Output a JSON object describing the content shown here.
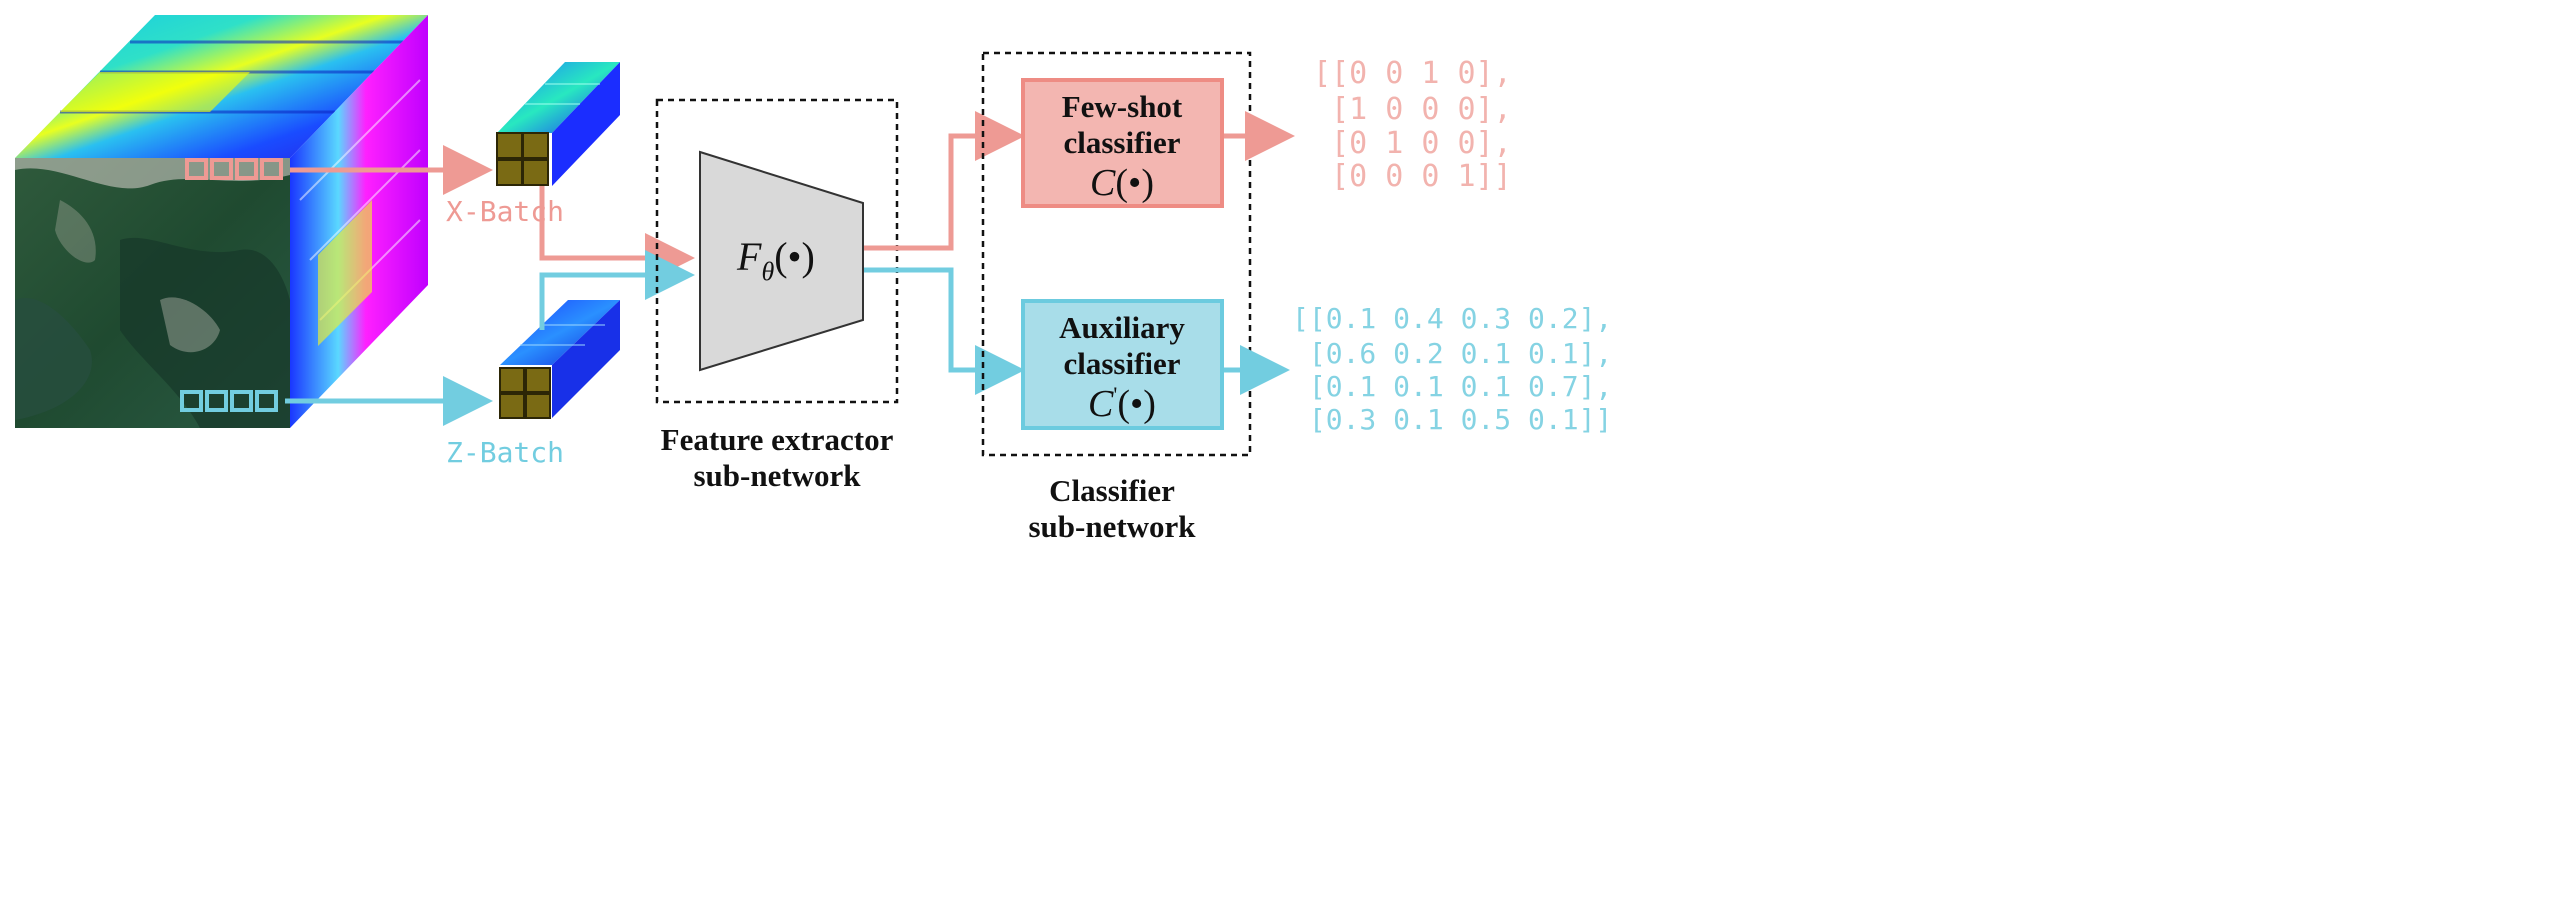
{
  "labels": {
    "x_batch": "X-Batch",
    "z_batch": "Z-Batch",
    "extractor_fn": "F",
    "extractor_sub": "θ",
    "arg": "(•)",
    "extractor_title_1": "Feature extractor",
    "extractor_title_2": "sub-network",
    "fewshot_1": "Few-shot",
    "fewshot_2": "classifier",
    "fewshot_fn": "C",
    "aux_1": "Auxiliary",
    "aux_2": "classifier",
    "aux_fn": "C",
    "aux_prime": "'",
    "classifier_title_1": "Classifier",
    "classifier_title_2": "sub-network"
  },
  "outputs": {
    "fewshot": [
      "[[0 0 1 0],",
      " [1 0 0 0],",
      " [0 1 0 0],",
      " [0 0 0 1]]"
    ],
    "auxiliary": [
      "[[0.1 0.4 0.3 0.2],",
      " [0.6 0.2 0.1 0.1],",
      " [0.1 0.1 0.1 0.7],",
      " [0.3 0.1 0.5 0.1]]"
    ]
  },
  "colors": {
    "x_stream": "#ee9a94",
    "z_stream": "#72cde0",
    "fewshot_box": "#f3b6b1",
    "auxiliary_box": "#a8dde9",
    "extractor_fill": "#d9d9d9"
  }
}
